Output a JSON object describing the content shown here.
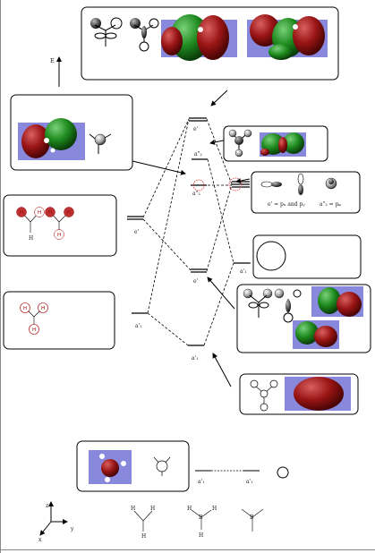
{
  "energy_axis_label": "E",
  "levels": {
    "e_prime_top": "e'",
    "a1_double_prime": "a\"₂",
    "e_prime_left": "e'",
    "a1_prime_right": "a'₁",
    "e_prime_mid": "e'",
    "a1_prime_left": "a'₁",
    "a1_prime_bottom": "a'₁",
    "a2_double_prime_small": "a\"₂"
  },
  "boron_ao_box": {
    "e_prime_caption": "e' = pₓ and pᵧ",
    "a2_caption": "a\"₂ = pᵩ"
  },
  "h_groups": {
    "h_label": "H"
  },
  "bottom_levels": {
    "left": "a'₁",
    "right": "a'₁"
  },
  "axes": {
    "x": "x",
    "y": "y",
    "z": "z"
  },
  "structures": {
    "h": "H",
    "b": "B"
  }
}
